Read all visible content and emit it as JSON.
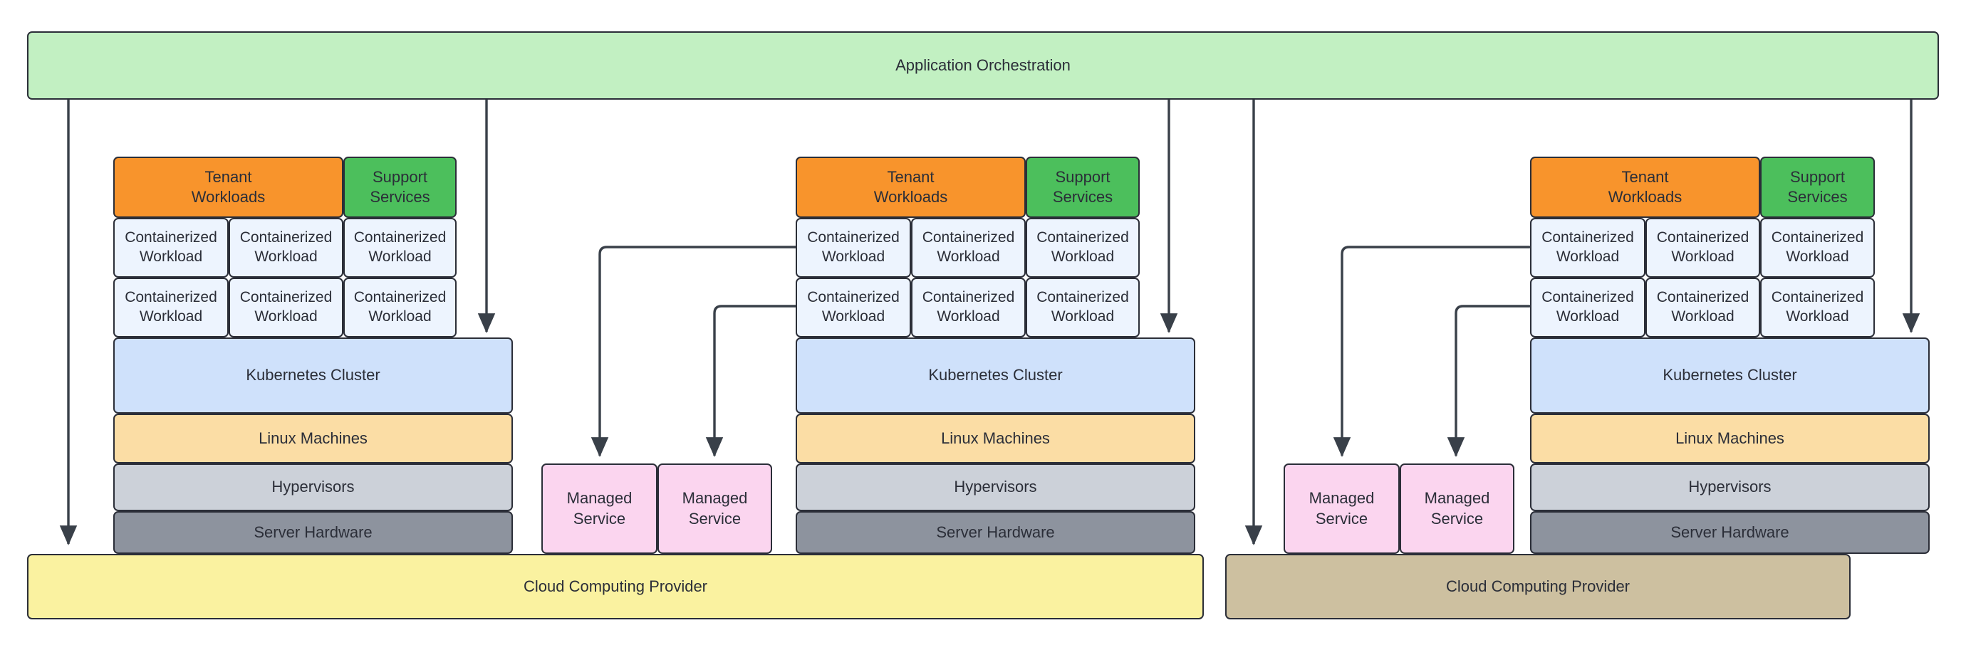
{
  "diagram": {
    "title": "Application Orchestration",
    "orchestration": {
      "label": "Application Orchestration",
      "color": "#c2f0c2"
    },
    "labels": {
      "tenant_workloads": "Tenant\nWorkloads",
      "support_services": "Support\nServices",
      "containerized_workload": "Containerized\nWorkload",
      "kubernetes_cluster": "Kubernetes Cluster",
      "linux_machines": "Linux Machines",
      "hypervisors": "Hypervisors",
      "server_hardware": "Server Hardware",
      "managed_service": "Managed Service",
      "cloud_computing_provider": "Cloud Computing Provider"
    },
    "colors": {
      "orchestration": "#c2f0c2",
      "tenant_workloads": "#f8942c",
      "support_services": "#4cbf5c",
      "containerized_workload": "#edf4fe",
      "kubernetes_cluster": "#cfe1fb",
      "linux_machines": "#fbdda5",
      "hypervisors": "#ccd1d9",
      "server_hardware": "#8d939e",
      "managed_service": "#fbd5ef",
      "cloud_provider_primary": "#faf2a0",
      "cloud_provider_secondary": "#cdc0a0",
      "stroke": "#2b2e38"
    },
    "stacks": [
      {
        "id": "stack-left",
        "tenant_workloads": "Tenant\nWorkloads",
        "support_services": "Support\nServices",
        "workloads": [
          "Containerized\nWorkload",
          "Containerized\nWorkload",
          "Containerized\nWorkload",
          "Containerized\nWorkload",
          "Containerized\nWorkload",
          "Containerized\nWorkload"
        ],
        "layers": [
          "Kubernetes Cluster",
          "Linux Machines",
          "Hypervisors",
          "Server Hardware"
        ]
      },
      {
        "id": "stack-middle",
        "tenant_workloads": "Tenant\nWorkloads",
        "support_services": "Support\nServices",
        "workloads": [
          "Containerized\nWorkload",
          "Containerized\nWorkload",
          "Containerized\nWorkload",
          "Containerized\nWorkload",
          "Containerized\nWorkload",
          "Containerized\nWorkload"
        ],
        "layers": [
          "Kubernetes Cluster",
          "Linux Machines",
          "Hypervisors",
          "Server Hardware"
        ]
      },
      {
        "id": "stack-right",
        "tenant_workloads": "Tenant\nWorkloads",
        "support_services": "Support\nServices",
        "workloads": [
          "Containerized\nWorkload",
          "Containerized\nWorkload",
          "Containerized\nWorkload",
          "Containerized\nWorkload",
          "Containerized\nWorkload",
          "Containerized\nWorkload"
        ],
        "layers": [
          "Kubernetes Cluster",
          "Linux Machines",
          "Hypervisors",
          "Server Hardware"
        ]
      }
    ],
    "managed_services": [
      {
        "id": "managed-service-1",
        "label": "Managed\nService"
      },
      {
        "id": "managed-service-2",
        "label": "Managed\nService"
      },
      {
        "id": "managed-service-3",
        "label": "Managed\nService"
      },
      {
        "id": "managed-service-4",
        "label": "Managed\nService"
      }
    ],
    "cloud_providers": [
      {
        "id": "cloud-provider-primary",
        "label": "Cloud Computing Provider",
        "color": "#faf2a0"
      },
      {
        "id": "cloud-provider-secondary",
        "label": "Cloud Computing Provider",
        "color": "#cdc0a0"
      }
    ]
  }
}
